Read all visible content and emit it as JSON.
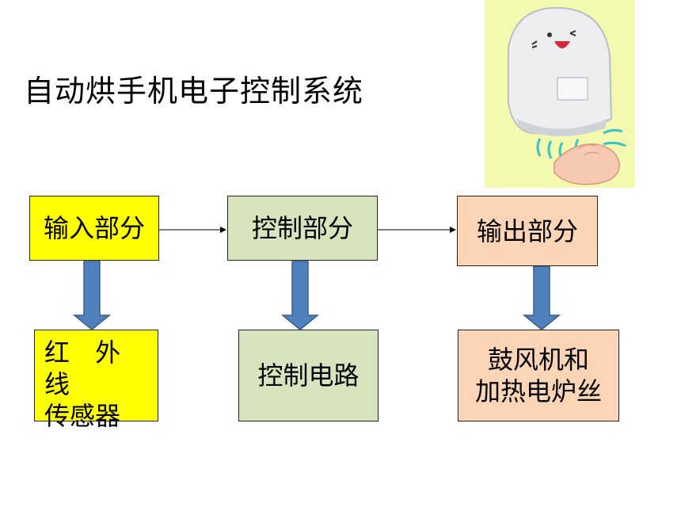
{
  "title": "自动烘手机电子控制系统",
  "colors": {
    "input": "#ffff00",
    "control": "#d7e4bd",
    "output": "#fbd5b5",
    "down_arrow": "#4f81bd"
  },
  "boxes": {
    "input": "输入部分",
    "control": "控制部分",
    "output": "输出部分",
    "sensor": [
      "红 外 线",
      "传感器"
    ],
    "circuit": "控制电路",
    "blower": [
      "鼓风机和",
      "加热电炉丝"
    ]
  },
  "icons": {
    "illustration": "hand-dryer-illustration"
  }
}
